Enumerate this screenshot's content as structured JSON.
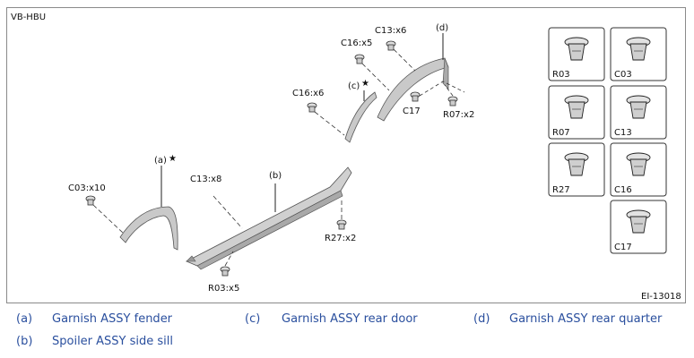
{
  "model_code": "VB-HBU",
  "figure_id": "EI-13018",
  "callouts": {
    "a": "(a)",
    "b": "(b)",
    "c": "(c)",
    "d": "(d)",
    "star": "★"
  },
  "clip_callouts": {
    "c03_x10": "C03:x10",
    "c13_x8": "C13:x8",
    "r03_x5": "R03:x5",
    "r27_x2": "R27:x2",
    "c16_x6": "C16:x6",
    "c16_x5": "C16:x5",
    "c13_x6": "C13:x6",
    "c17": "C17",
    "r07_x2": "R07:x2"
  },
  "fastener_panels": [
    "R03",
    "C03",
    "R07",
    "C13",
    "R27",
    "C16",
    "C17"
  ],
  "legend": [
    {
      "mark": "(a)",
      "text": "Garnish ASSY fender"
    },
    {
      "mark": "(c)",
      "text": "Garnish ASSY rear door"
    },
    {
      "mark": "(d)",
      "text": "Garnish ASSY rear quarter"
    },
    {
      "mark": "(b)",
      "text": "Spoiler ASSY side sill"
    }
  ]
}
